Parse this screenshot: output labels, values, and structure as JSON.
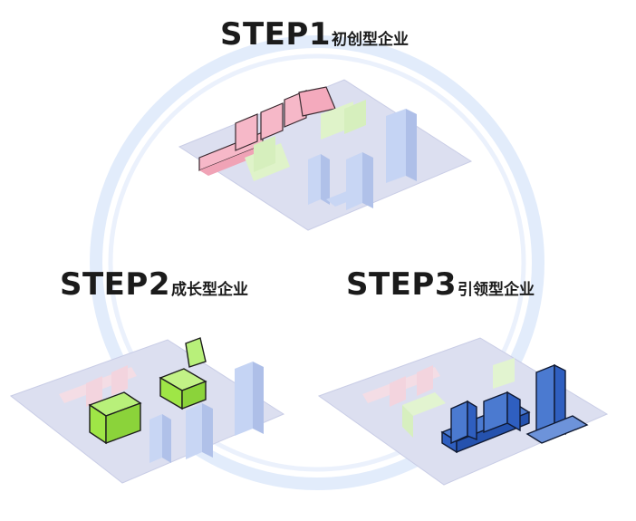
{
  "steps": [
    {
      "step_label": "STEP1",
      "stage_label": "初创型企业",
      "highlight": "pink-low-rise-blocks",
      "highlight_color": "#f6b8c8"
    },
    {
      "step_label": "STEP2",
      "stage_label": "成长型企业",
      "highlight": "green-mid-rise-blocks",
      "highlight_color": "#9fe646"
    },
    {
      "step_label": "STEP3",
      "stage_label": "引领型企业",
      "highlight": "blue-tower-blocks",
      "highlight_color": "#2f5fc0"
    }
  ],
  "palette": {
    "ring": "#d4e3f9",
    "ground": "#dcdff0",
    "pink": "#f6b8c8",
    "green": "#c9f0a8",
    "green_strong": "#9fe646",
    "blue": "#c5d4f4",
    "blue_strong": "#2f5fc0"
  }
}
